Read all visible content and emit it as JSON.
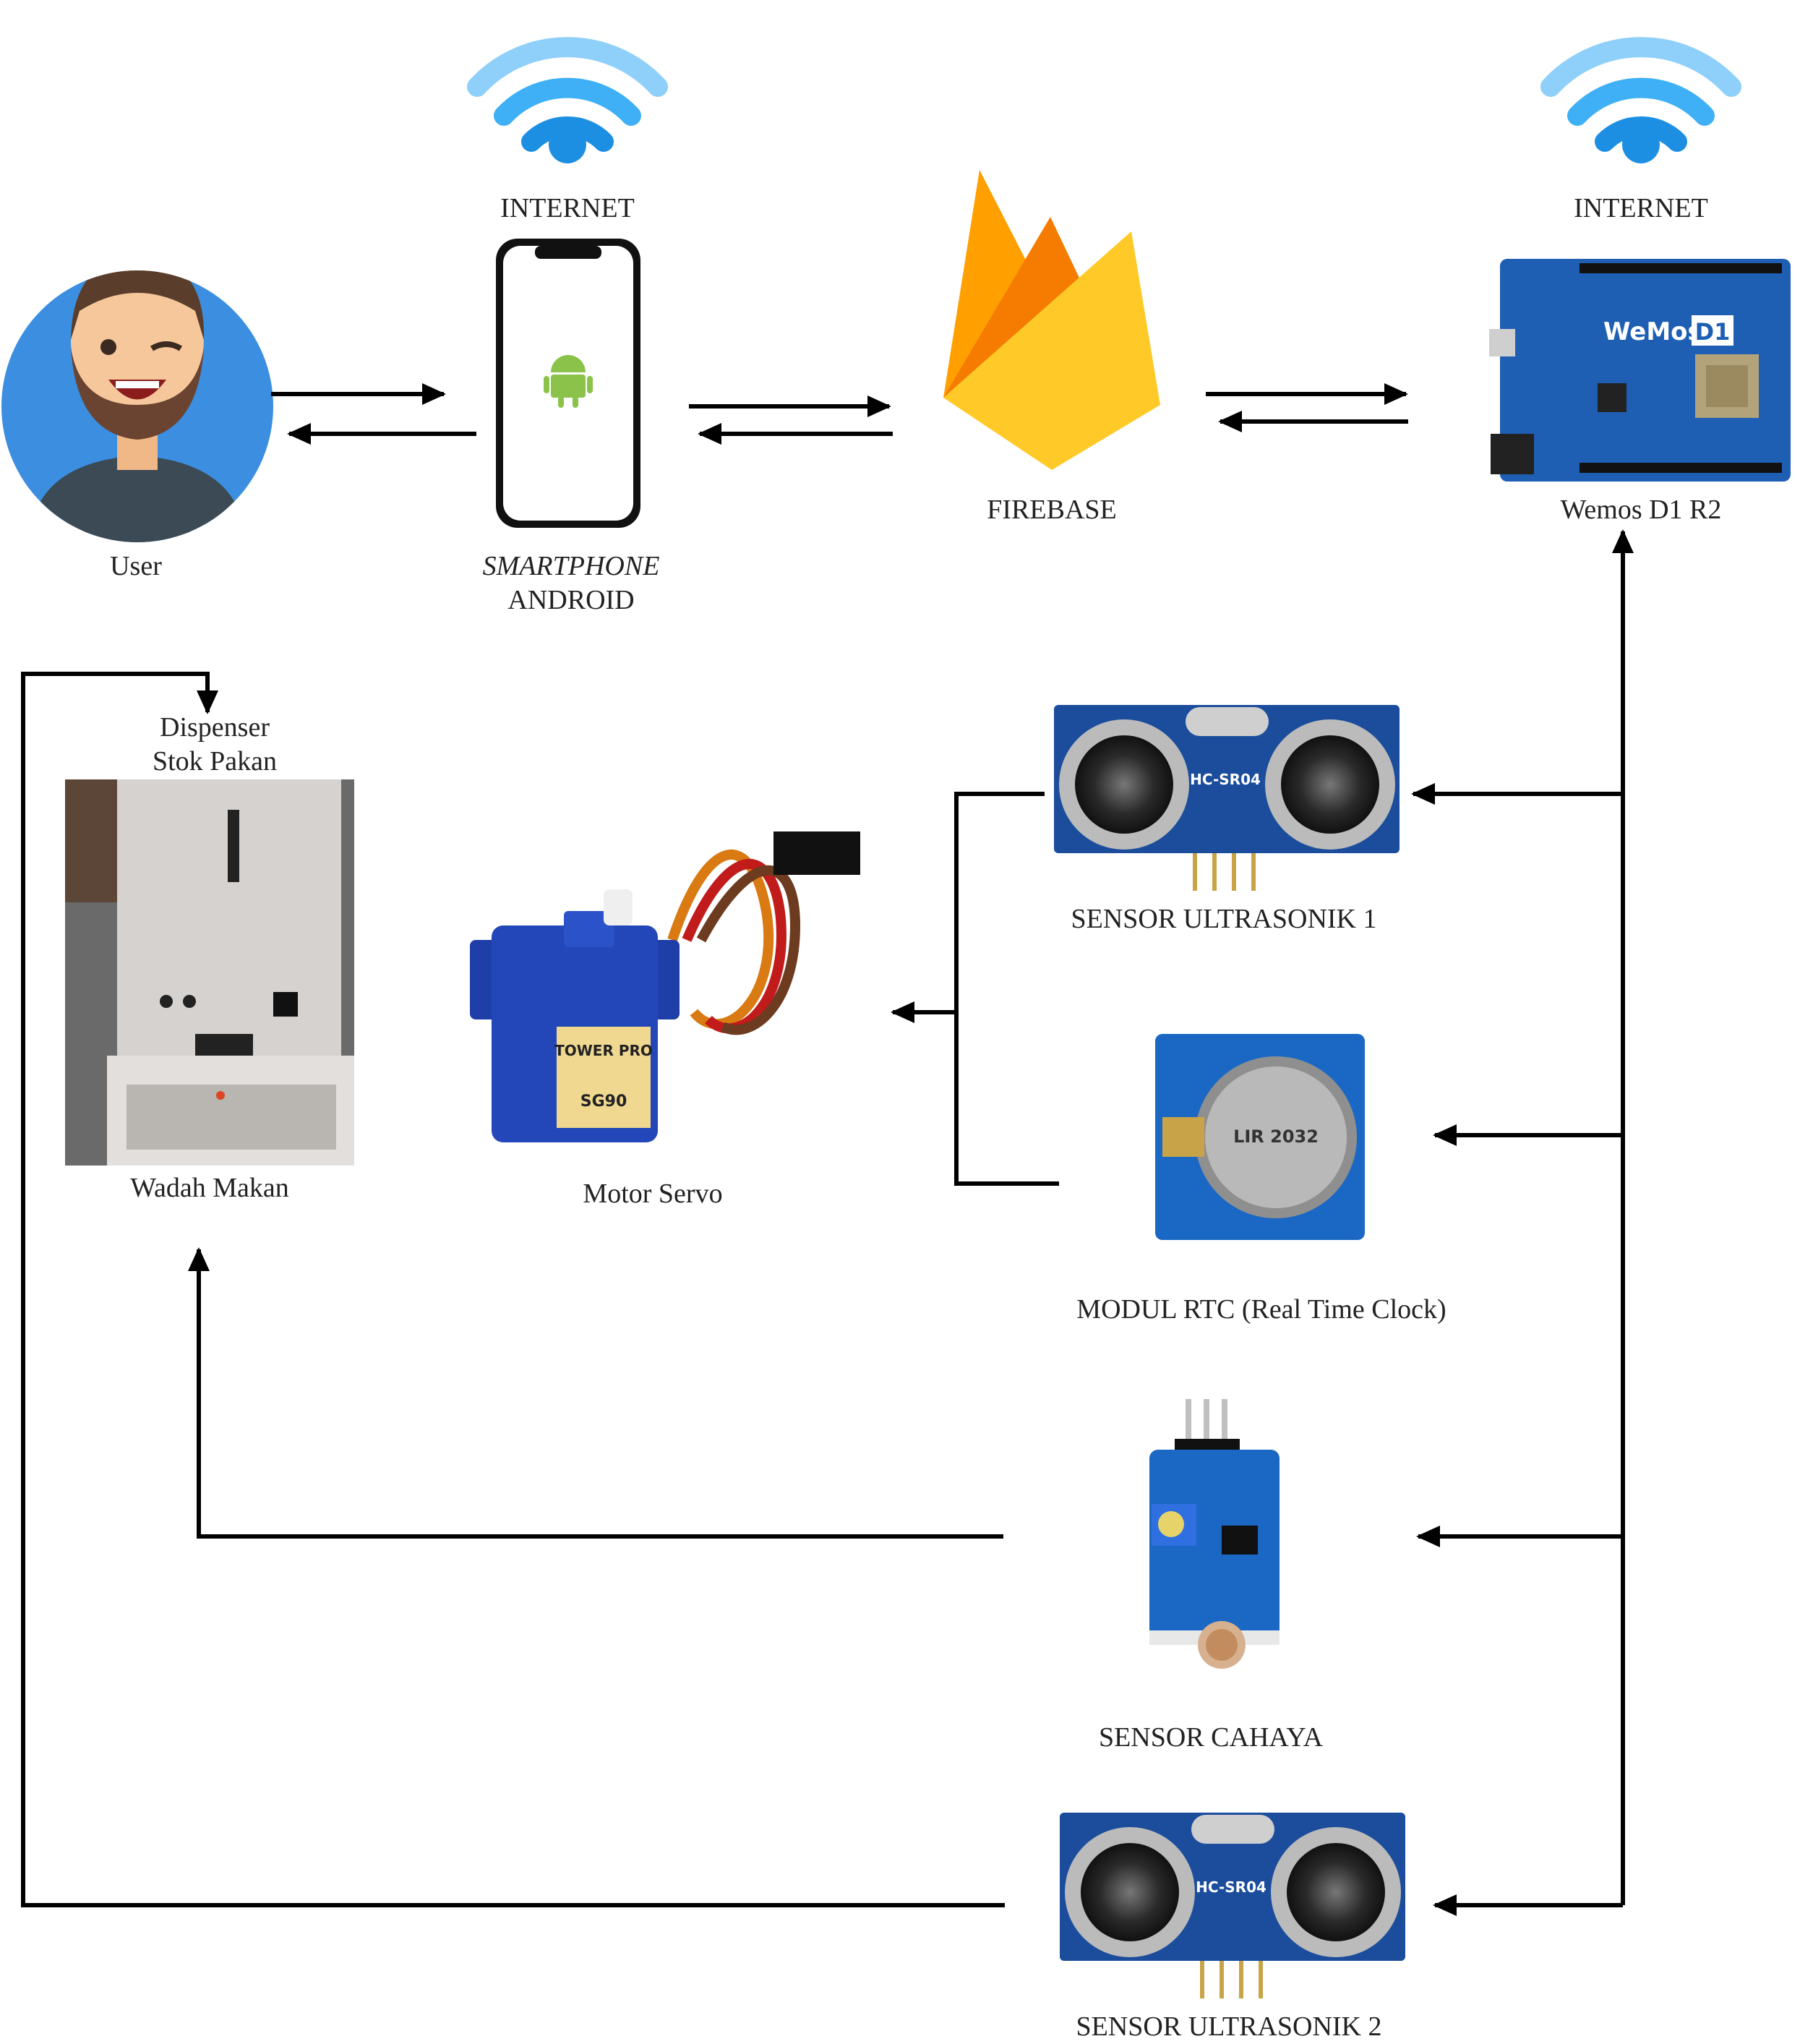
{
  "labels": {
    "internet_left": "INTERNET",
    "internet_right": "INTERNET",
    "user": "User",
    "smartphone_line1": "SMARTPHONE",
    "smartphone_line2": "ANDROID",
    "firebase": "FIREBASE",
    "wemos": "Wemos D1 R2",
    "dispenser_line1": "Dispenser",
    "dispenser_line2": "Stok Pakan",
    "wadah": "Wadah Makan",
    "servo": "Motor Servo",
    "sensor_us1": "SENSOR ULTRASONIK 1",
    "rtc": "MODUL RTC (Real Time Clock)",
    "sensor_cahaya": "SENSOR CAHAYA",
    "sensor_us2": "SENSOR ULTRASONIK 2"
  },
  "board_text": {
    "wemos_brand": "WeMos",
    "wemos_model": "D1",
    "hcsr04": "HC-SR04",
    "servo_brand": "TOWER PRO",
    "servo_model": "SG90",
    "rtc_battery": "LIR 2032"
  },
  "icons": {
    "wifi": "wifi-icon",
    "user": "user-avatar-icon",
    "phone": "smartphone-icon",
    "android": "android-icon",
    "firebase": "firebase-flame-icon"
  },
  "colors": {
    "wifi_blue": "#2e9be9",
    "avatar_bg": "#3b8ee0",
    "firebase_yellow": "#ffca28",
    "firebase_orange": "#f57c00",
    "board_blue": "#1e5fb4",
    "sensor_blue": "#1b4d9c",
    "android_green": "#8bc34a"
  }
}
